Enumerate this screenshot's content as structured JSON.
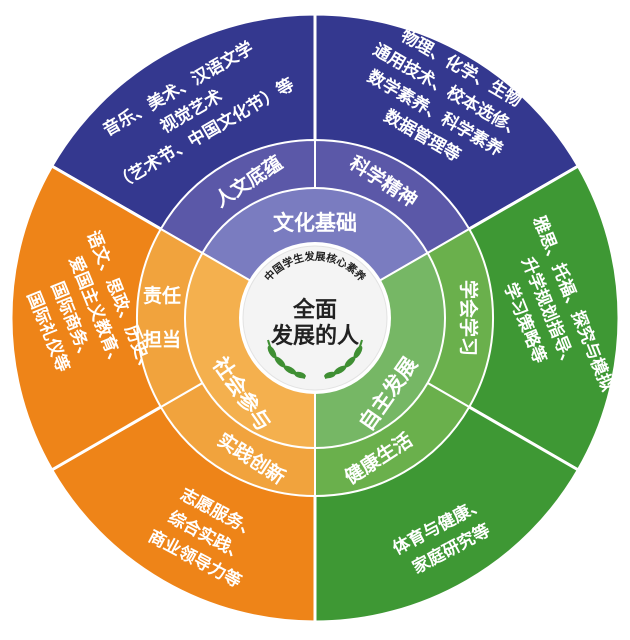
{
  "center": {
    "title_line1": "全面",
    "title_line2": "发展的人",
    "arc_text": "中国学生发展核心素养"
  },
  "inner_ring": {
    "foundation": "文化基础",
    "autonomy": "自主发展",
    "society": "社会参与"
  },
  "middle_ring": {
    "humanities": "人文底蕴",
    "science": "科学精神",
    "learning": "学会学习",
    "health": "健康生活",
    "innovation": "实践创新",
    "responsibility_line1": "责任",
    "responsibility_line2": "担当"
  },
  "outer_ring": {
    "humanities_lines": [
      "音乐、美术、汉语文学",
      "视觉艺术",
      "（艺术节、中国文化节）等"
    ],
    "science_lines": [
      "物理、化学、生物",
      "通用技术、校本选修、",
      "数学素养、科学素养",
      "数据管理等"
    ],
    "learning_lines": [
      "雅思、托福、探究与模拟",
      "升学规划指导、",
      "学习策略等"
    ],
    "health_lines": [
      "体育与健康、",
      "家庭研究等"
    ],
    "innovation_lines": [
      "志愿服务、",
      "综合实践、",
      "商业领导力等"
    ],
    "responsibility_lines": [
      "语文、思政、历史、",
      "爱国主义教育、",
      "国际商务、",
      "国际礼仪等"
    ]
  },
  "colors": {
    "blue_outer": "#34388f",
    "blue_mid": "#5b58a8",
    "green_outer": "#3e9834",
    "green_mid": "#6ab04c",
    "orange_outer": "#ee8418",
    "orange_mid": "#f1a33d",
    "inner_blue": "#7a7cc0",
    "inner_green": "#76b765",
    "inner_orange": "#f4b04e",
    "laurel": "#3f8f33"
  }
}
